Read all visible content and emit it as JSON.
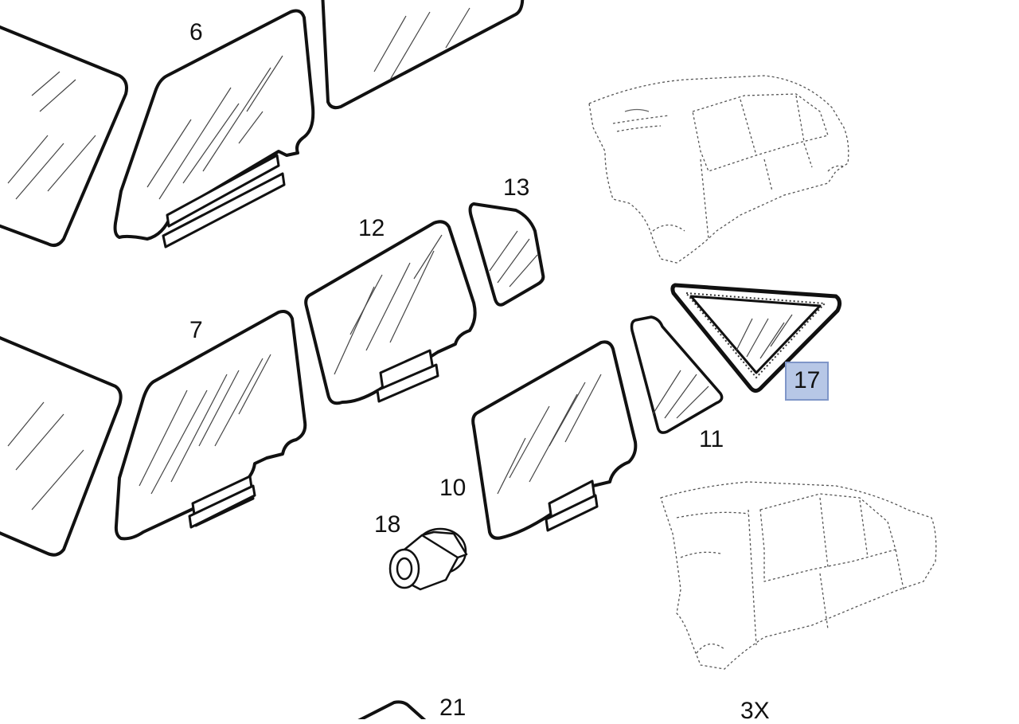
{
  "callouts": {
    "part_6": "6",
    "part_7": "7",
    "part_10": "10",
    "part_11": "11",
    "part_12": "12",
    "part_13": "13",
    "part_17": "17",
    "part_18": "18",
    "part_21": "21",
    "qty_3x": "3X"
  },
  "colors": {
    "highlight_fill": "#b7c7e6",
    "highlight_border": "#7f96c8",
    "line": "#111111"
  }
}
